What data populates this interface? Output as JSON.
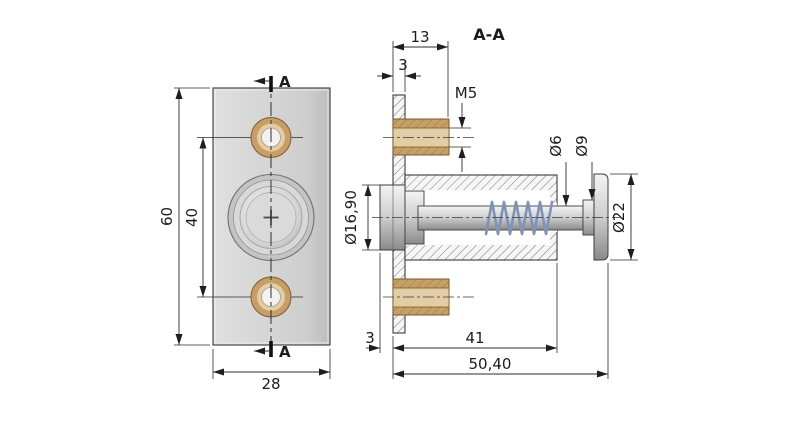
{
  "title": "A-A",
  "front_view": {
    "dims": {
      "height": "60",
      "hole_spacing": "40",
      "width": "28"
    },
    "section_marks": {
      "top": "A",
      "bottom": "A"
    }
  },
  "section_view": {
    "dims": {
      "boss_length": "13",
      "plate_thickness": "3",
      "thread": "M5",
      "bore_dia": "Ø16,90",
      "pin_dia": "Ø6",
      "shaft_dia": "Ø9",
      "head_dia": "Ø22",
      "front_offset": "3",
      "body_length": "41",
      "overall_length": "50,40"
    }
  },
  "colors": {
    "plate_gray": "#d2d2d2",
    "bronze": "#c79e63",
    "bronze_light": "#e3cda4",
    "spring_blue": "#7e93b8",
    "line": "#2b2b2b"
  }
}
